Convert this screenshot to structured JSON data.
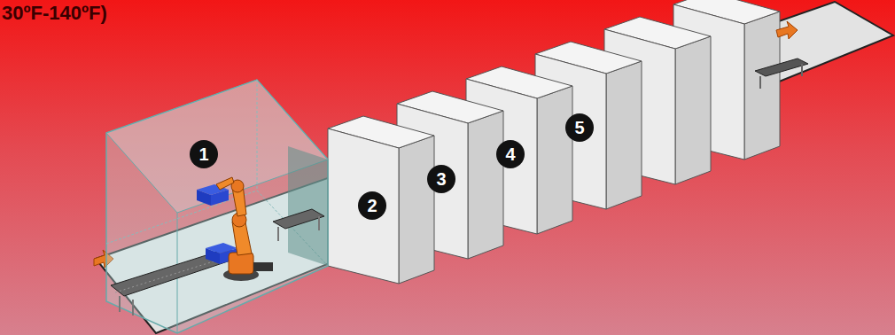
{
  "diagram": {
    "labels": [
      "30ºF-140ºF)",
      "1",
      "2",
      "3",
      "4",
      "5"
    ]
  }
}
